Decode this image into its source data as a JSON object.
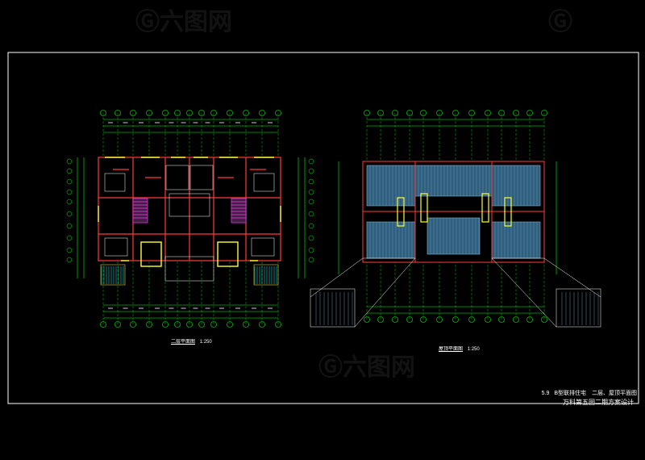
{
  "sheet": {
    "colors": {
      "background": "#000000",
      "frame": "#ffffff",
      "axis": "#00ff00",
      "wall": "#ff3b3b",
      "window": "#ffff33",
      "dimension_text": "#ffffff",
      "stair": "#ff33ff",
      "roof_tile": "#3a6a8a",
      "roof_line": "#7fb3d5",
      "cyan": "#33ffff"
    }
  },
  "plan_left": {
    "caption": "二层平面图",
    "scale": "1:250"
  },
  "plan_right": {
    "caption": "屋顶平面图",
    "scale": "1:250"
  },
  "title_block": {
    "line1_number": "5.9",
    "line1_text": "B型联排住宅　二层、屋顶平面图",
    "line2_text": "万科第五园二期方案设计"
  },
  "watermark": {
    "text": "六图网",
    "icon": "g-logo-icon"
  }
}
